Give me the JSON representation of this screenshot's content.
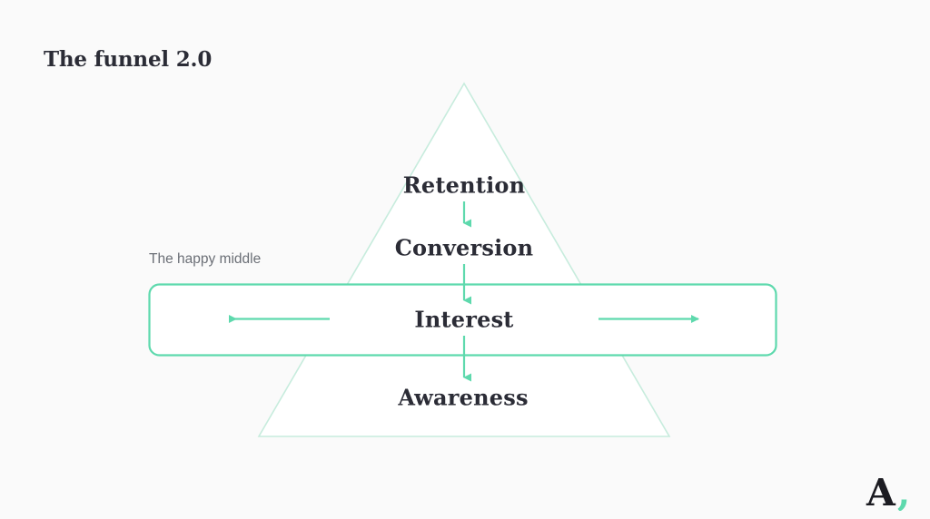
{
  "page": {
    "background_color": "#fafafa",
    "title": "The funnel 2.0"
  },
  "diagram": {
    "type": "funnel-pyramid",
    "shape_name": "triangle",
    "triangle_stroke_color": "#c7ecdd",
    "triangle_fill_color": "#ffffff",
    "accent_color": "#5ed9ad",
    "text_color": "#2b2c36",
    "muted_text_color": "#6b6f76",
    "stages": [
      {
        "label": "Retention",
        "order": 1
      },
      {
        "label": "Conversion",
        "order": 2
      },
      {
        "label": "Interest",
        "order": 3
      },
      {
        "label": "Awareness",
        "order": 4
      }
    ],
    "flow_arrows": [
      {
        "name": "retention-to-conversion",
        "direction": "down"
      },
      {
        "name": "conversion-to-interest",
        "direction": "down"
      },
      {
        "name": "interest-to-awareness",
        "direction": "down"
      }
    ],
    "highlight_band": {
      "caption": "The happy middle",
      "border_color": "#5ed9ad",
      "fill_color": "#ffffff",
      "arrows": [
        {
          "name": "band-arrow-left",
          "direction": "left"
        },
        {
          "name": "band-arrow-right",
          "direction": "right"
        }
      ]
    }
  },
  "logo": {
    "letter": "A",
    "mark": ",",
    "letter_color": "#1c1c22",
    "mark_color": "#5ed9ad"
  }
}
